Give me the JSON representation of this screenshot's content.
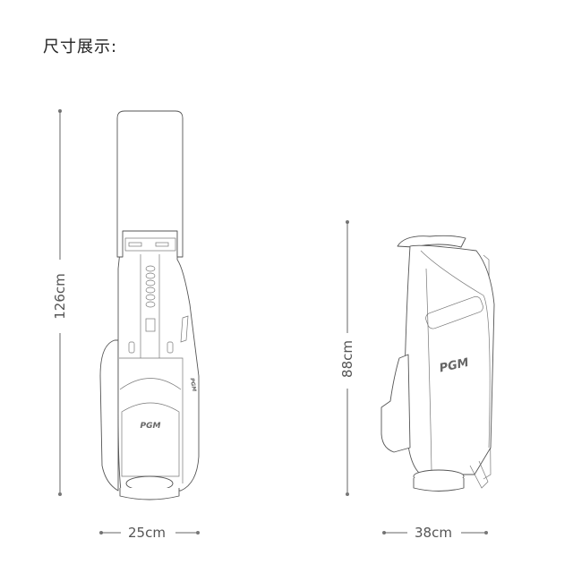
{
  "title": "尺寸展示:",
  "brand_logo": "PGM",
  "dimensions": {
    "front_view": {
      "height_label": "126cm",
      "width_label": "25cm",
      "height_cm": 126,
      "width_cm": 25
    },
    "side_view": {
      "height_label": "88cm",
      "width_label": "38cm",
      "height_cm": 88,
      "width_cm": 38
    }
  },
  "colors": {
    "line": "#666666",
    "text": "#555555"
  }
}
